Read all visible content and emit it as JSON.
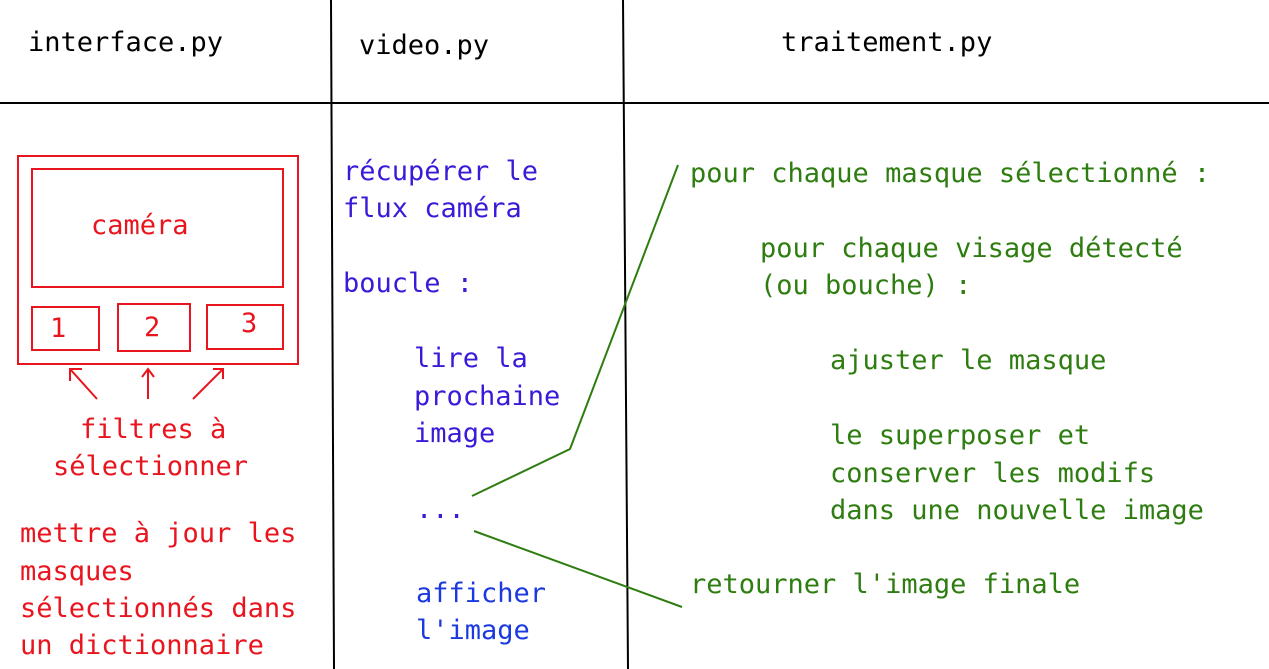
{
  "headers": {
    "col1": "interface.py",
    "col2": "video.py",
    "col3": "traitement.py"
  },
  "interface": {
    "camera_label": "caméra",
    "buttons": [
      "1",
      "2",
      "3"
    ],
    "filters_line1": "filtres à",
    "filters_line2": "sélectionner",
    "update_lines": [
      "mettre à jour les",
      "masques",
      "sélectionnés dans",
      "un dictionnaire"
    ]
  },
  "video": {
    "fetch_lines": [
      "récupérer le",
      "flux caméra"
    ],
    "loop_label": "boucle :",
    "read_lines": [
      "lire la",
      "prochaine",
      "image"
    ],
    "ellipsis": "...",
    "show_lines": [
      "afficher",
      "l'image"
    ]
  },
  "traitement": {
    "for_mask": "pour chaque masque sélectionné :",
    "for_face_lines": [
      "pour chaque visage détecté",
      "(ou bouche) :"
    ],
    "adjust": "ajuster le masque",
    "overlay_lines": [
      "le superposer et",
      "conserver les modifs",
      "dans une nouvelle image"
    ],
    "return_label": "retourner l'image finale"
  },
  "colors": {
    "interface": "#e8141e",
    "video_text": "#3a1ad8",
    "video_show": "#1a3ae0",
    "traitement": "#2e7d10",
    "grid": "#000000"
  }
}
